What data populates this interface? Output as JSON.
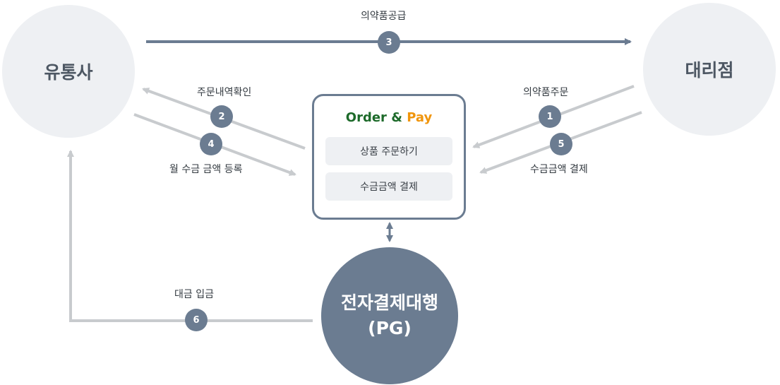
{
  "nodes": {
    "distributor": "유통사",
    "agency": "대리점",
    "pg_line1": "전자결제대행",
    "pg_line2": "(PG)"
  },
  "platform": {
    "logo_order": "Order",
    "logo_amp": "&",
    "logo_pay": "Pay",
    "buttons": [
      "상품 주문하기",
      "수금금액 결제"
    ]
  },
  "flows": [
    {
      "step": "1",
      "label": "의약품주문"
    },
    {
      "step": "2",
      "label": "주문내역확인"
    },
    {
      "step": "3",
      "label": "의약품공급"
    },
    {
      "step": "4",
      "label": "월 수금 금액 등록"
    },
    {
      "step": "5",
      "label": "수금금액 결제"
    },
    {
      "step": "6",
      "label": "대금 입금"
    }
  ],
  "colors": {
    "node_light": "#eef0f3",
    "node_dark": "#6b7c91",
    "arrow_dark": "#6b7c91",
    "arrow_light": "#c8cbce",
    "logo_green": "#1d6a2a",
    "logo_orange": "#f0950c"
  }
}
